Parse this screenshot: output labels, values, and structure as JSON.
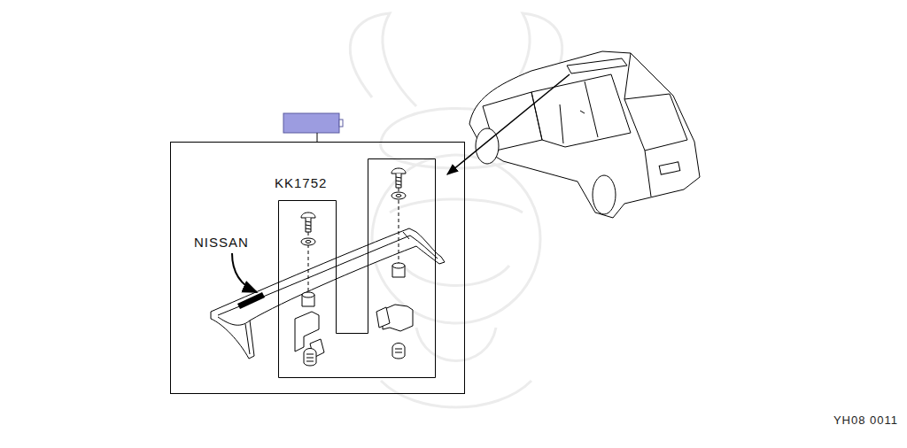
{
  "diagram": {
    "nodes": [
      {
        "text": [
          "NISSAN"
        ]
      },
      {
        "text": [
          "KK1752"
        ],
        "in": 0
      }
    ],
    "labels": [
      "YH08 0011"
    ]
  }
}
